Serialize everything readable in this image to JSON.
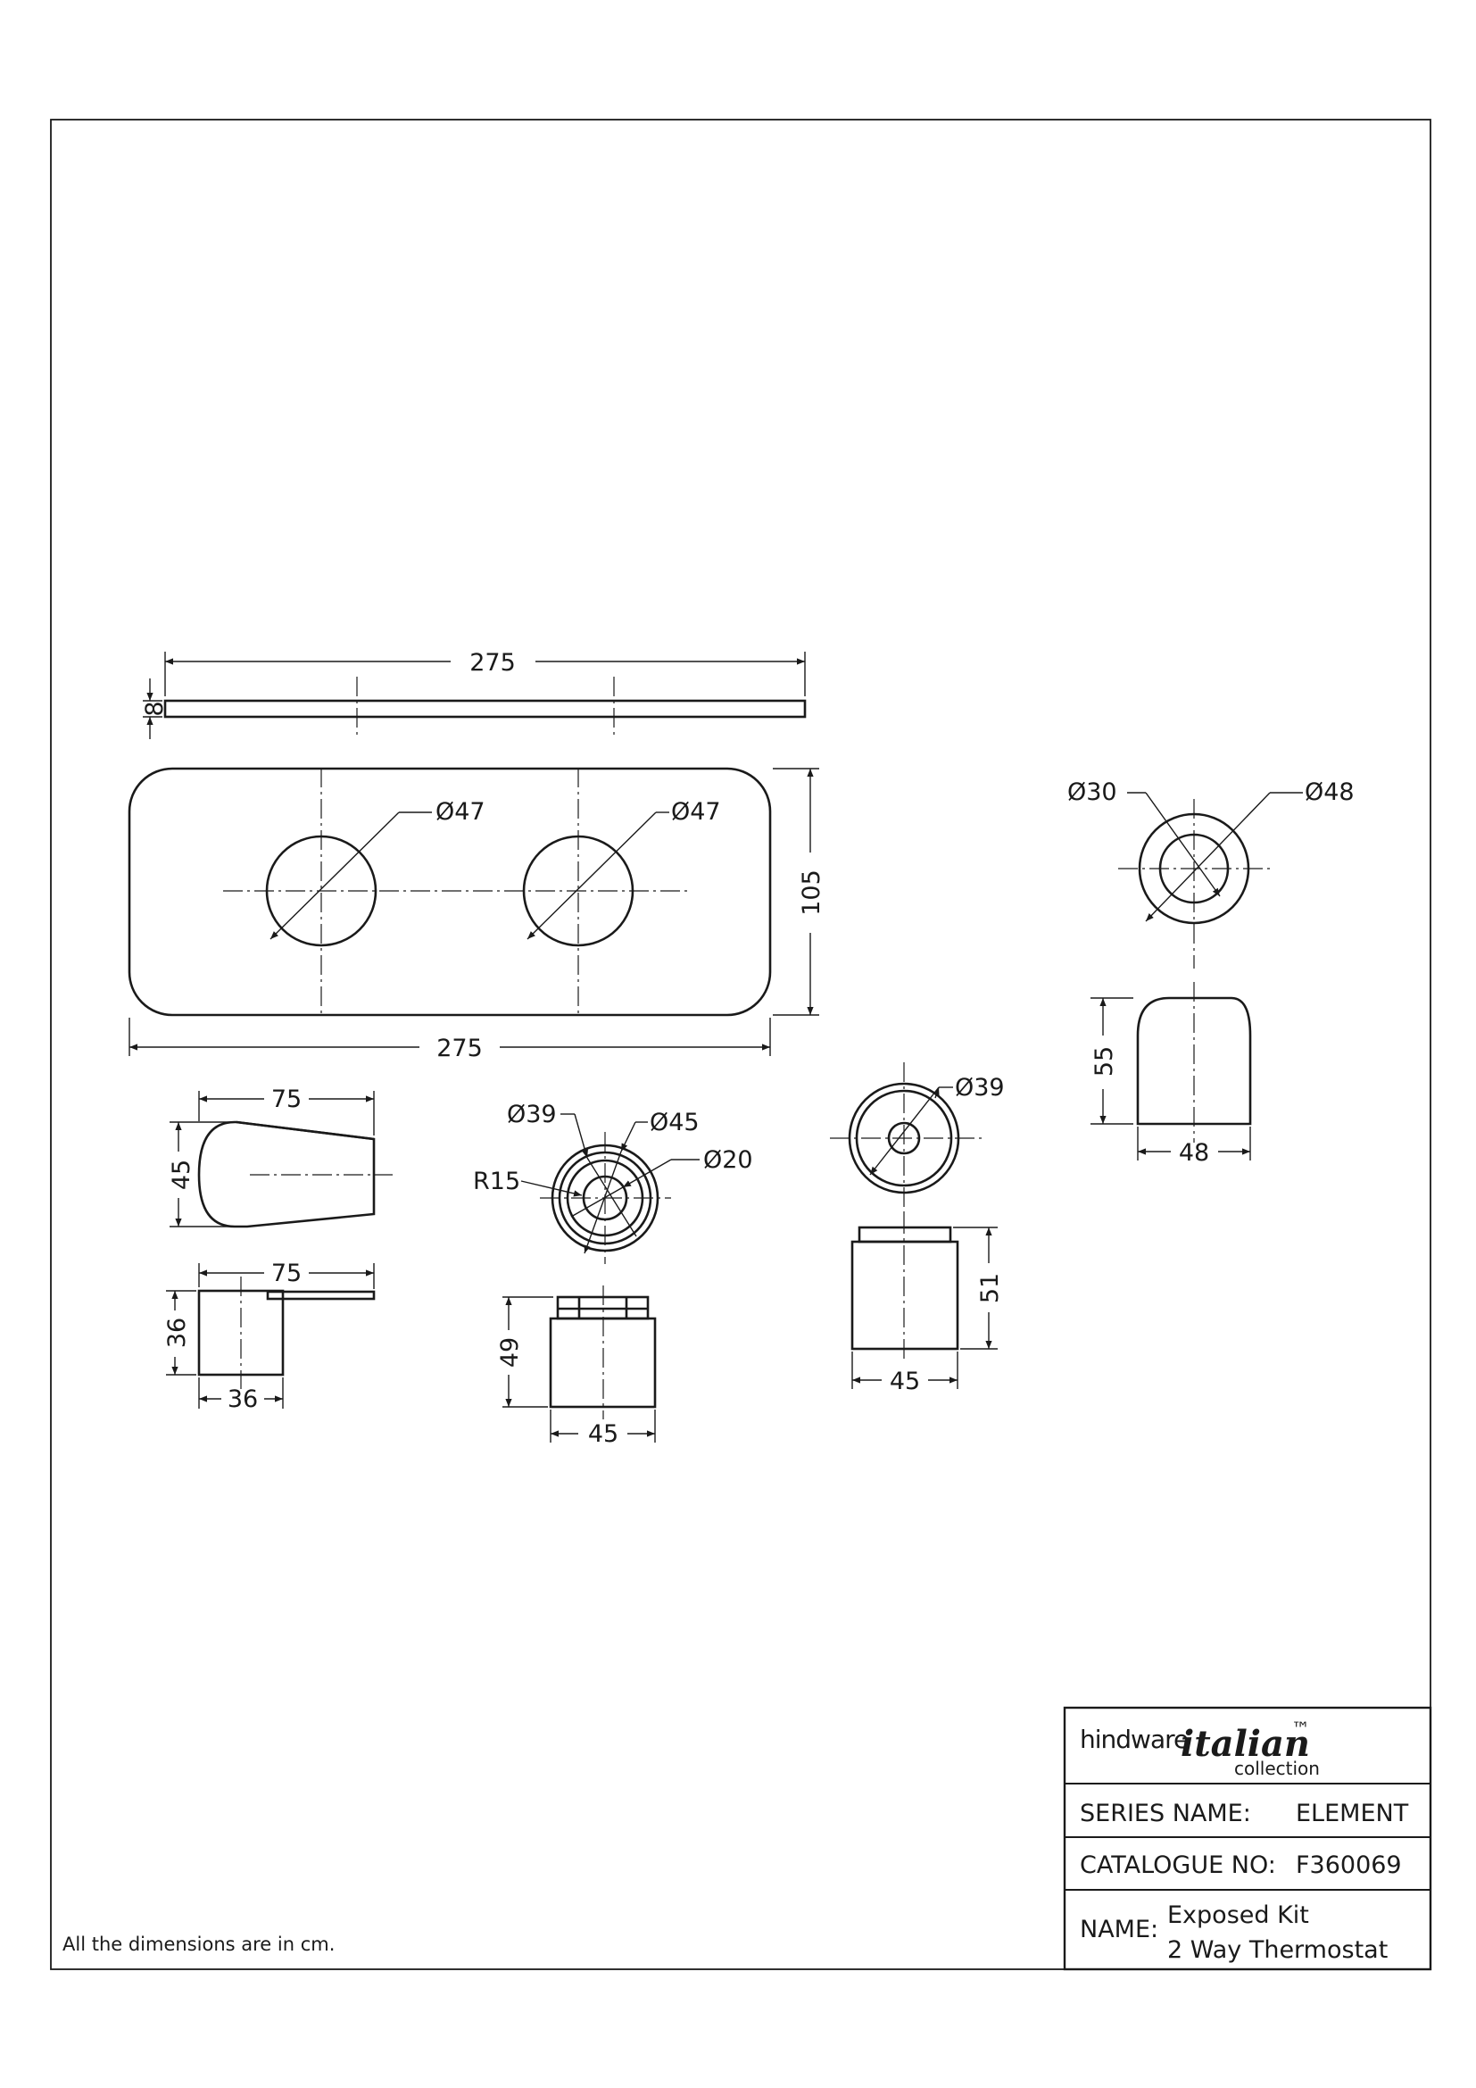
{
  "page": {
    "footnote": "All the dimensions are in cm."
  },
  "title_block": {
    "brand": {
      "main": "hindware",
      "script": "italian",
      "sub": "collection",
      "tm": "™"
    },
    "series_label": "SERIES NAME:",
    "series_value": "ELEMENT",
    "catalogue_label": "CATALOGUE NO:",
    "catalogue_value": "F360069",
    "name_label": "NAME:",
    "name_line1": "Exposed Kit",
    "name_line2": "2 Way Thermostat"
  },
  "dimensions": {
    "plate_top_width": "275",
    "plate_thickness": "8",
    "plate_bore_1": "Ø47",
    "plate_bore_2": "Ø47",
    "plate_height": "105",
    "plate_bottom_width": "275",
    "cap_inner": "Ø30",
    "cap_outer": "Ø48",
    "cap_height": "55",
    "cap_width": "48",
    "lever_length": "75",
    "lever_height": "45",
    "lever_side_length": "75",
    "lever_side_height": "36",
    "lever_side_width": "36",
    "knob_d39": "Ø39",
    "knob_d45": "Ø45",
    "knob_d20": "Ø20",
    "knob_r15": "R15",
    "knob_height": "49",
    "knob_width": "45",
    "collar_d39": "Ø39",
    "collar_height": "51",
    "collar_width": "45"
  }
}
